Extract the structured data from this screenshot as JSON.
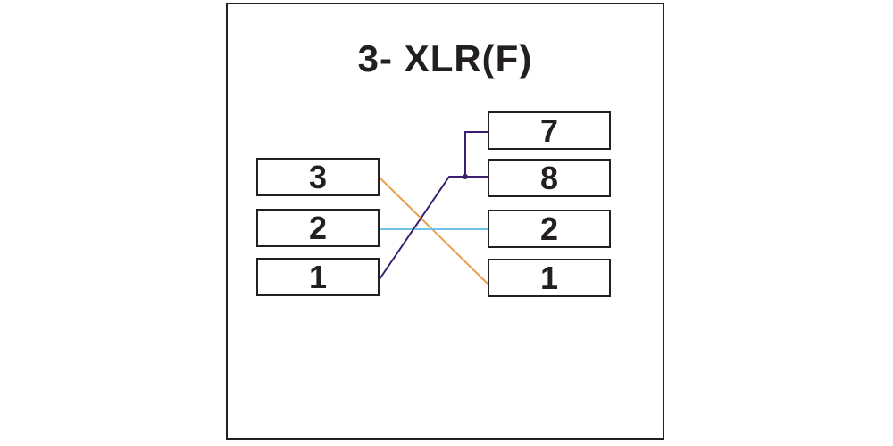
{
  "title": "3- XLR(F)",
  "left_pins": [
    "3",
    "2",
    "1"
  ],
  "right_pins": [
    "7",
    "8",
    "2",
    "1"
  ],
  "colors": {
    "wire_orange": "#e8a04a",
    "wire_blue": "#6ec3e6",
    "wire_purple": "#3b1f6e",
    "outline": "#231f20"
  }
}
